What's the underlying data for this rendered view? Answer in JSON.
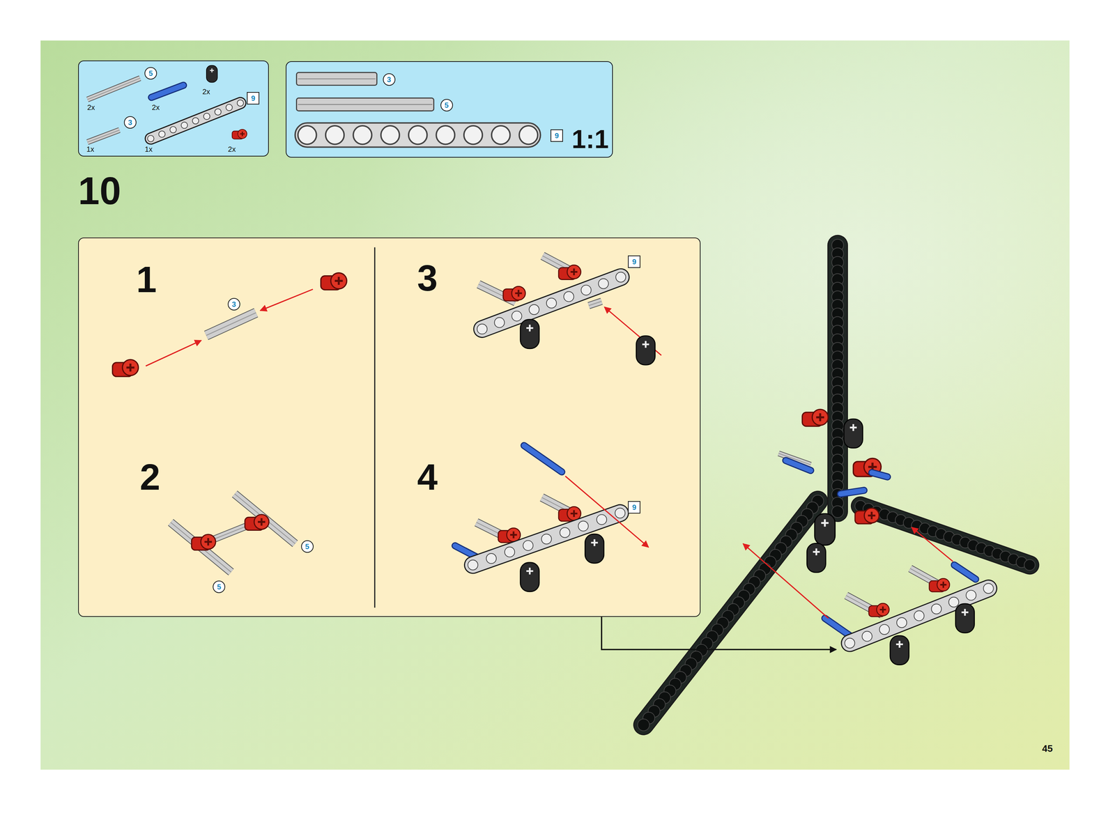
{
  "diagram": {
    "nodes": [
      {
        "text": [
          "2x",
          "2x",
          "2x",
          "1x",
          "1x",
          "2x"
        ]
      },
      {
        "text": [
          "5"
        ],
        "in": 0
      },
      {
        "text": [
          "3"
        ],
        "in": 0
      },
      {
        "text": [
          "9"
        ],
        "in": 0
      },
      {
        "text": [
          "1:1"
        ]
      },
      {
        "text": [
          "3"
        ],
        "in": 4
      },
      {
        "text": [
          "5"
        ],
        "in": 4
      },
      {
        "text": [
          "9"
        ],
        "in": 4
      },
      {
        "text": [
          "1",
          "2",
          "3",
          "4"
        ]
      },
      {
        "text": [
          "3"
        ],
        "in": 8
      },
      {
        "text": [
          "5"
        ],
        "in": 8
      },
      {
        "text": [
          "5"
        ],
        "in": 8
      },
      {
        "text": [
          "9"
        ],
        "in": 8
      },
      {
        "text": [
          "9"
        ],
        "in": 8
      }
    ],
    "labels": [
      "10",
      "45"
    ]
  }
}
